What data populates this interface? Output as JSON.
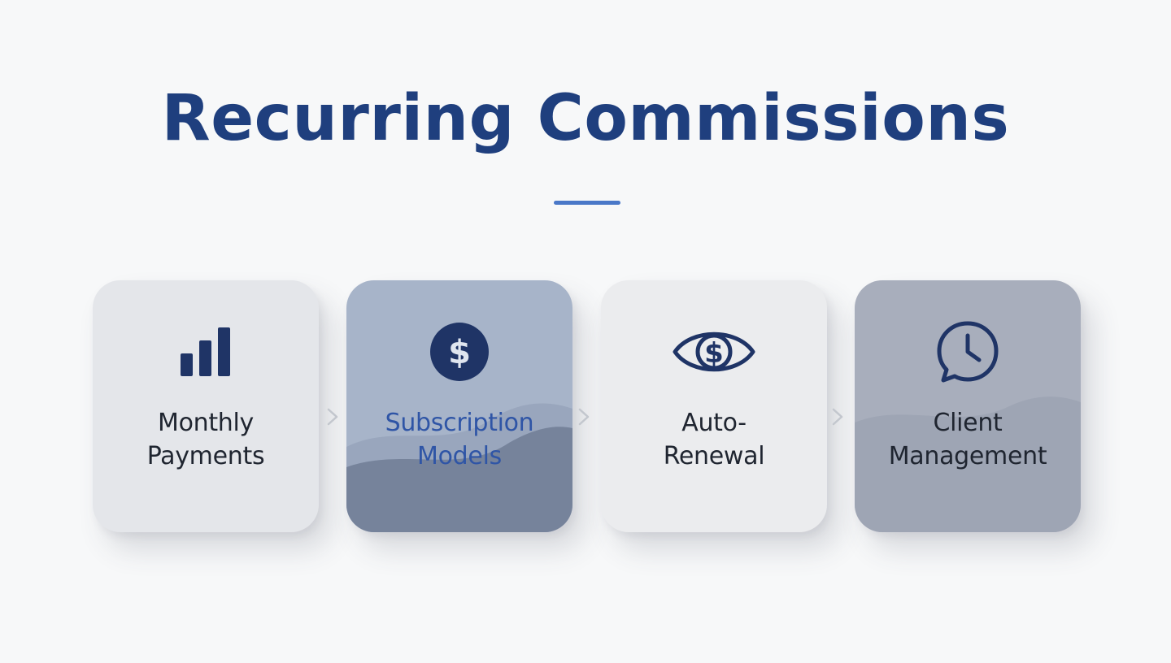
{
  "title": "Recurring Commissions",
  "colors": {
    "title": "#1f3f7e",
    "accent": "#4a78c8",
    "icon": "#1f3466",
    "highlight_label": "#2f55a6"
  },
  "steps": [
    {
      "icon": "bar-chart-icon",
      "line1": "Monthly",
      "line2": "Payments"
    },
    {
      "icon": "dollar-coin-icon",
      "line1": "Subscription",
      "line2": "Models"
    },
    {
      "icon": "dollar-eye-icon",
      "line1": "Auto-",
      "line2": "Renewal"
    },
    {
      "icon": "clock-chat-icon",
      "line1": "Client",
      "line2": "Management"
    }
  ]
}
